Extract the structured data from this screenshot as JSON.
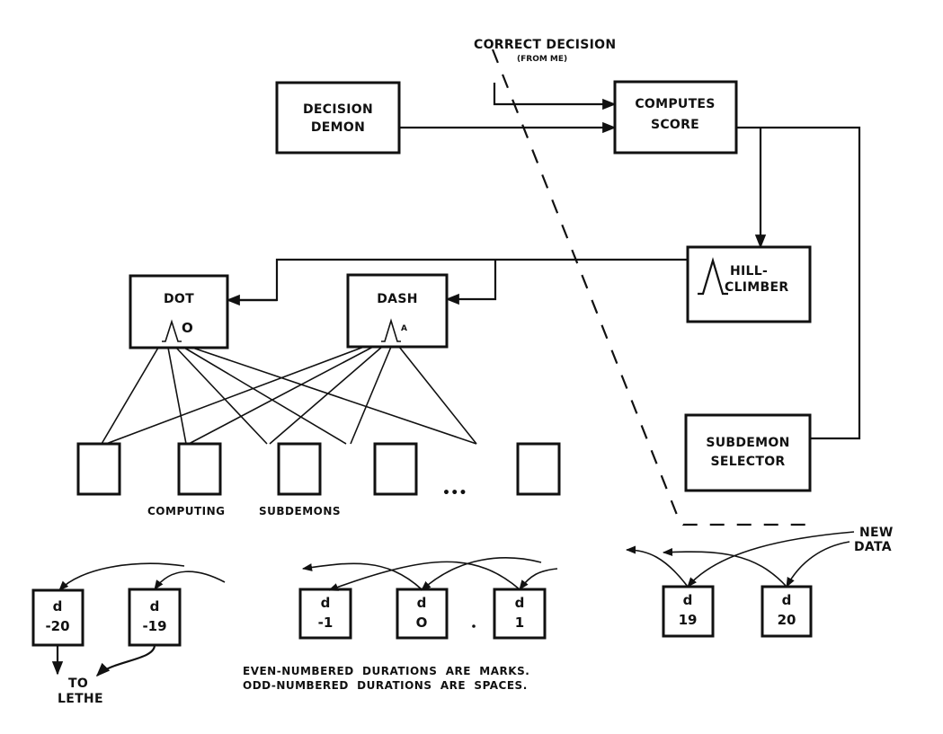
{
  "diagram": {
    "correct_decision": {
      "line1": "CORRECT DECISION",
      "line2": "(FROM ME)"
    },
    "decision_demon": {
      "line1": "DECISION",
      "line2": "DEMON"
    },
    "computes_score": {
      "line1": "COMPUTES",
      "line2": "SCORE"
    },
    "hill_climber": {
      "line1": "HILL-",
      "line2": "CLIMBER"
    },
    "dot": {
      "label": "DOT",
      "sup": "O"
    },
    "dash": {
      "label": "DASH",
      "sup": "A"
    },
    "subdemon_selector": {
      "line1": "SUBDEMON",
      "line2": "SELECTOR"
    },
    "computing_label": "COMPUTING",
    "subdemons_label": "SUBDEMONS",
    "ellipsis": "•••",
    "new_data": {
      "line1": "NEW",
      "line2": "DATA"
    },
    "to_lethe": {
      "line1": "TO",
      "line2": "LETHE"
    },
    "durations": [
      {
        "d": "d",
        "n": "-20"
      },
      {
        "d": "d",
        "n": "-19"
      },
      {
        "d": "d",
        "n": "-1"
      },
      {
        "d": "d",
        "n": "O"
      },
      {
        "d": "d",
        "n": "1"
      },
      {
        "d": "d",
        "n": "19"
      },
      {
        "d": "d",
        "n": "20"
      }
    ],
    "note": {
      "line1": "EVEN-NUMBERED  DURATIONS  ARE  MARKS.",
      "line2": "ODD-NUMBERED  DURATIONS  ARE  SPACES."
    }
  }
}
